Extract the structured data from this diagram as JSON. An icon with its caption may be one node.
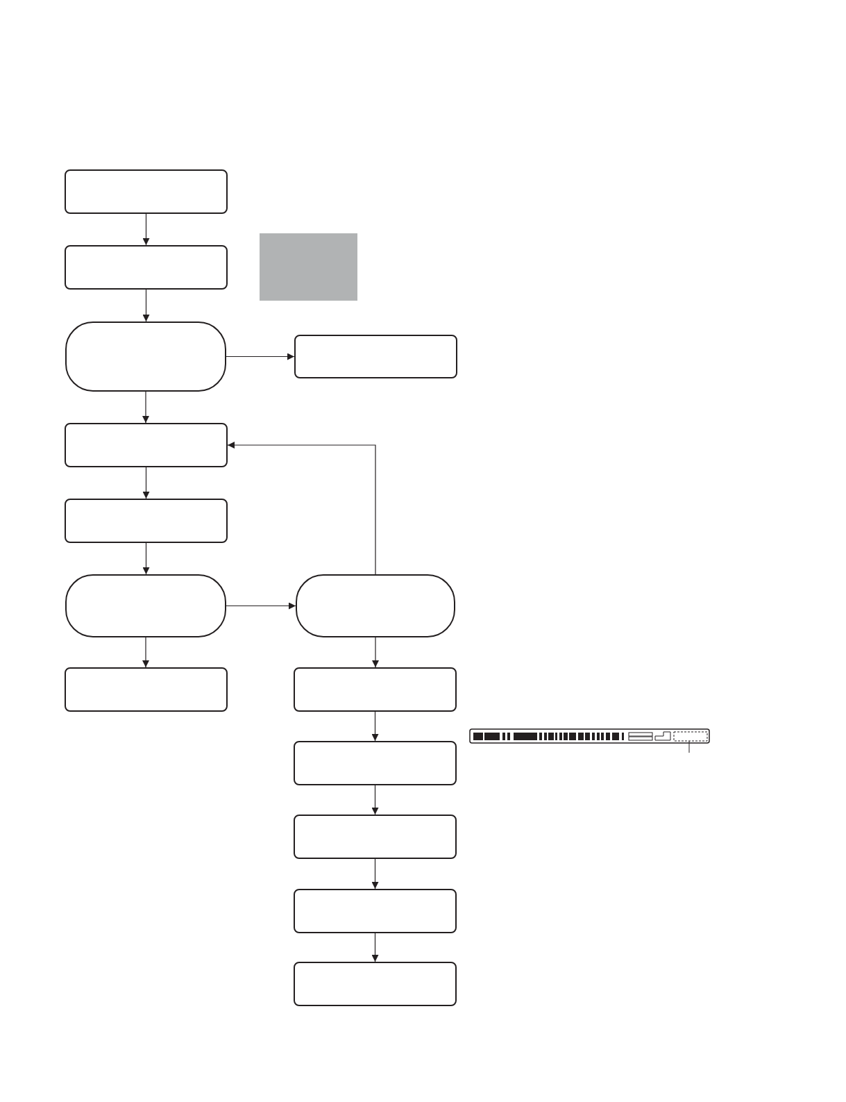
{
  "diagram": {
    "nodes": [
      {
        "text": [],
        "shape": "box"
      },
      {
        "text": [],
        "shape": "box"
      },
      {
        "text": [],
        "shape": "box"
      },
      {
        "text": [],
        "shape": "box"
      },
      {
        "text": [],
        "shape": "box"
      },
      {
        "text": [],
        "shape": "box"
      },
      {
        "text": [],
        "shape": "box"
      },
      {
        "text": [],
        "shape": "box"
      },
      {
        "text": [],
        "shape": "box"
      },
      {
        "text": [],
        "shape": "box"
      },
      {
        "text": [],
        "shape": "box"
      },
      {
        "text": [],
        "shape": "box"
      },
      {
        "text": [],
        "shape": "box"
      },
      {
        "text": [],
        "shape": "box"
      }
    ],
    "edges": [
      {
        "from": 0,
        "to": 1,
        "arrow": "to"
      },
      {
        "from": 1,
        "to": 2,
        "arrow": "to"
      },
      {
        "from": 2,
        "to": 3,
        "arrow": "to"
      },
      {
        "from": 2,
        "to": 4,
        "arrow": "to"
      },
      {
        "from": 4,
        "to": 5,
        "arrow": "to"
      },
      {
        "from": 5,
        "to": 6,
        "arrow": "to"
      },
      {
        "from": 6,
        "to": 7,
        "arrow": "to"
      },
      {
        "from": 7,
        "to": 4,
        "arrow": "to"
      },
      {
        "from": 6,
        "to": 8,
        "arrow": "to"
      },
      {
        "from": 7,
        "to": 9,
        "arrow": "to"
      },
      {
        "from": 9,
        "to": 10,
        "arrow": "to"
      },
      {
        "from": 10,
        "to": 11,
        "arrow": "to"
      },
      {
        "from": 11,
        "to": 12,
        "arrow": "to"
      },
      {
        "from": 12,
        "to": 13,
        "arrow": "to"
      }
    ]
  }
}
